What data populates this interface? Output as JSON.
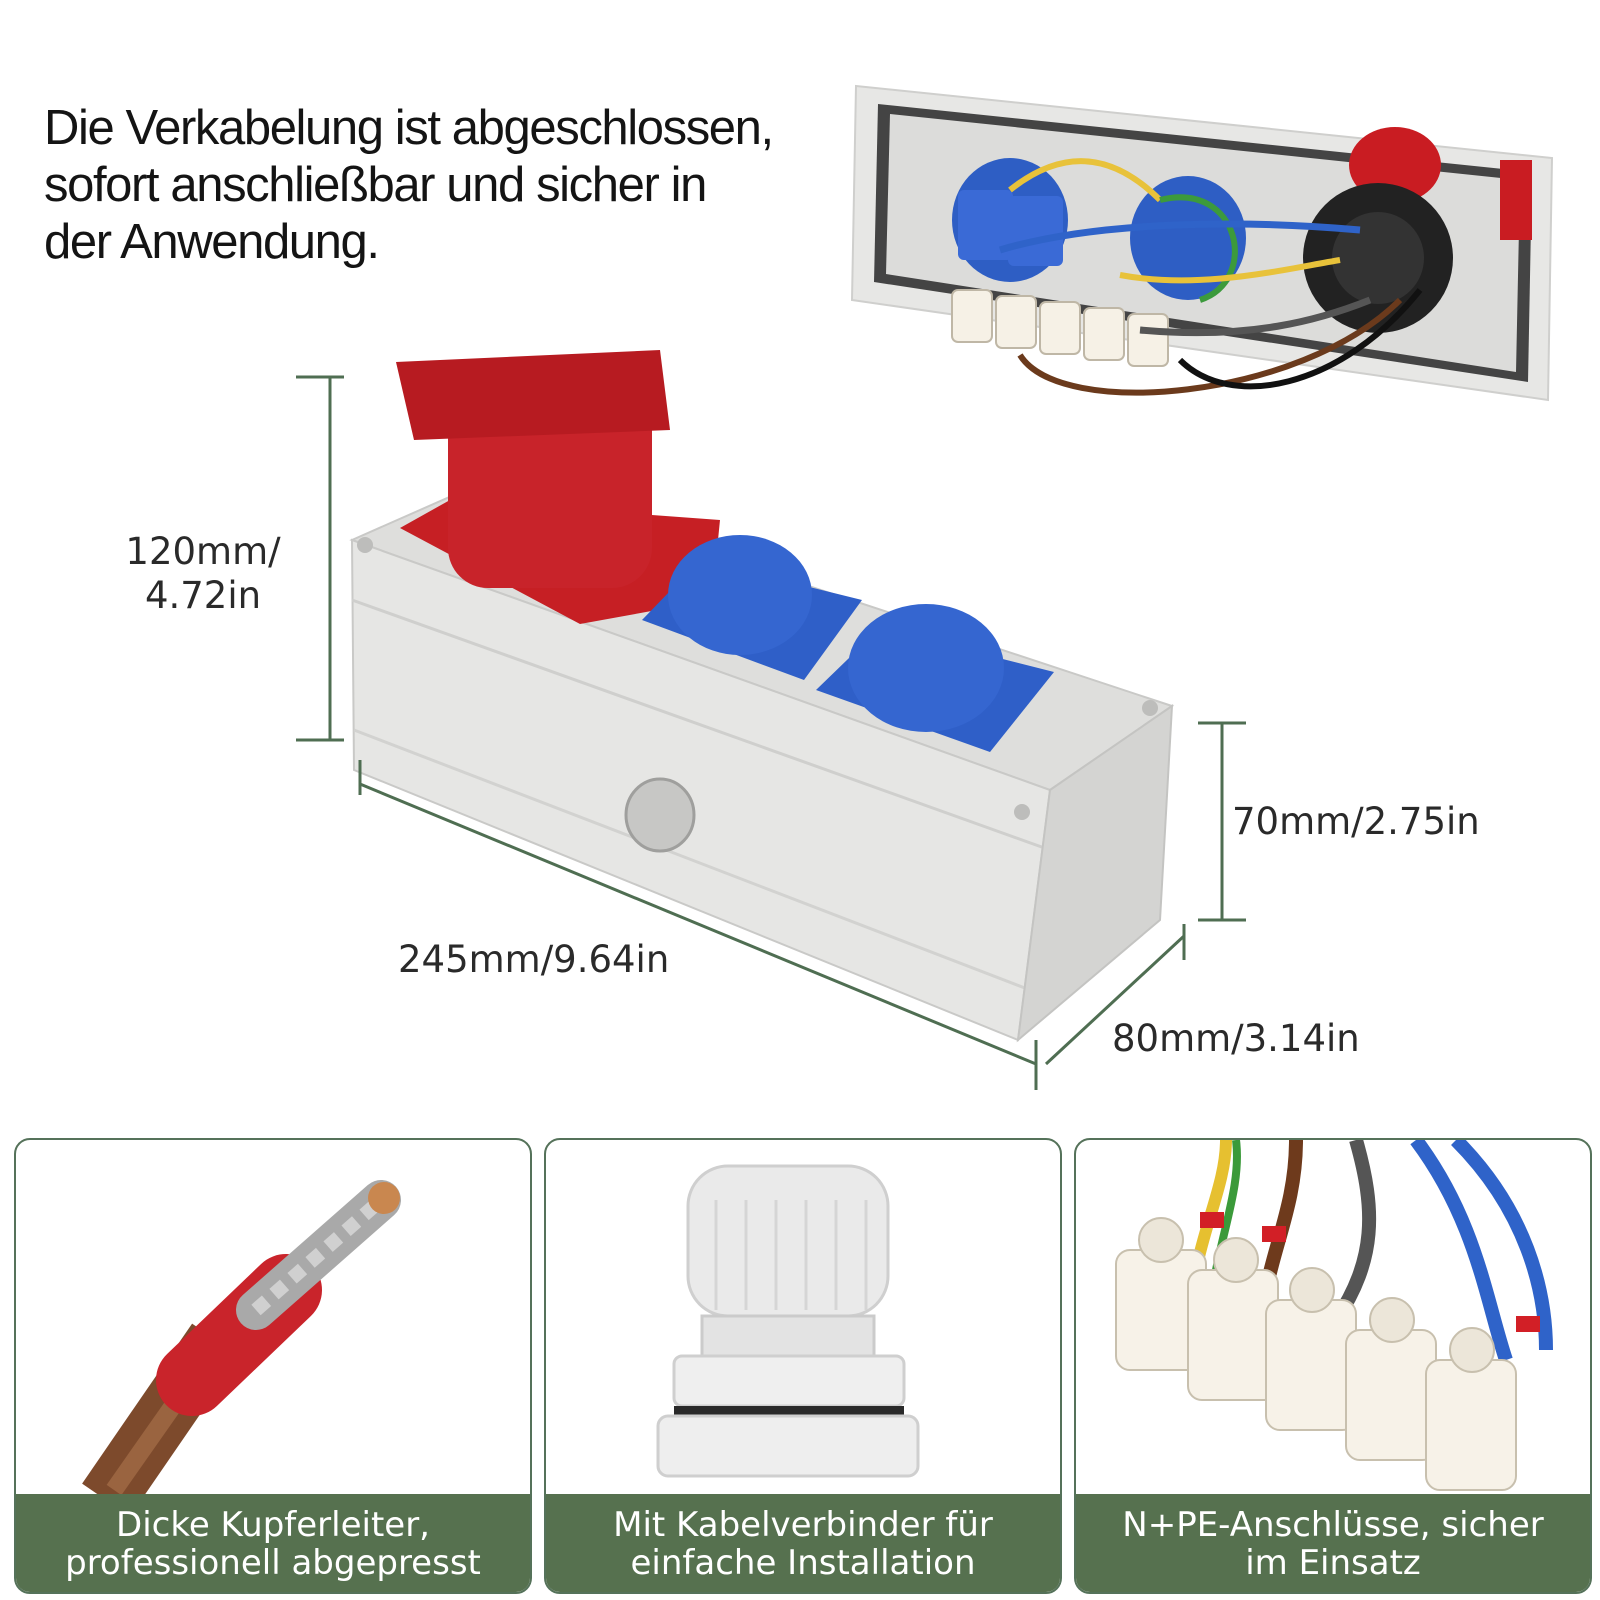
{
  "headline": {
    "line1": "Die Verkabelung ist abgeschlossen,",
    "line2": "sofort anschließbar und sicher in",
    "line3": "der Anwendung."
  },
  "dimensions": {
    "height_line1": "120mm/",
    "height_line2": "4.72in",
    "depth": "70mm/2.75in",
    "length": "245mm/9.64in",
    "width": "80mm/3.14in",
    "line_color": "#4f6e52"
  },
  "product": {
    "image": "distribution-box-with-cee-socket-and-two-schuko-sockets",
    "housing_color": "#e4e4e2",
    "cee_socket_color": "#c61f24",
    "schuko_socket_color": "#2f5fc8"
  },
  "features": [
    {
      "image": "copper-wire-with-crimped-ferrule",
      "line1": "Dicke Kupferleiter,",
      "line2": "professionell abgepresst"
    },
    {
      "image": "cable-gland-connector",
      "line1": "Mit Kabelverbinder für",
      "line2": "einfache Installation"
    },
    {
      "image": "terminal-block-with-wires",
      "line1": "N+PE-Anschlüsse, sicher",
      "line2": "im Einsatz"
    }
  ],
  "caption_color": "#56714f"
}
